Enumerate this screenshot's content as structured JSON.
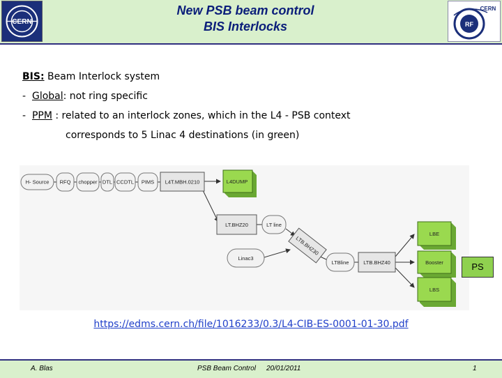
{
  "header": {
    "title_line1": "New PSB beam control",
    "title_line2": "BIS Interlocks",
    "logo_left_text": "CERN",
    "logo_right_text_top": "CERN",
    "logo_right_text_mid": "RF"
  },
  "content": {
    "bis_label": "BIS:",
    "bis_text": " Beam Interlock system",
    "bullet_dash": "-",
    "global_label": "Global",
    "global_text": ": not ring specific",
    "ppm_label": "PPM",
    "ppm_text": " : related to an interlock zones, which in the L4 - PSB context",
    "ppm_cont": "corresponds to 5 Linac 4 destinations (in green)"
  },
  "diagram": {
    "nodes": {
      "h_source": "H- Source",
      "rfq": "RFQ",
      "chopper": "chopper",
      "dtl": "DTL",
      "ccdtl": "CCDTL",
      "pims": "PIMS",
      "l4t_mbh": "L4T.MBH.0210",
      "l4dump": "L4DUMP",
      "lt_bhz20": "LT.BHZ20",
      "lt_line": "LT line",
      "linac3": "Linac3",
      "ltb_bhz30": "LTB.BHZ30",
      "ltbline": "LTBline",
      "ltb_bhz40": "LTB.BHZ40",
      "lbe": "LBE",
      "booster": "Booster",
      "lbs": "LBS"
    },
    "ps_label": "PS",
    "colors": {
      "destination": "#9ad94f",
      "destination_dark": "#6aa833",
      "node_fill": "#f2f2f2",
      "node_stroke": "#777777"
    }
  },
  "link": {
    "url_text": "https://edms.cern.ch/file/1016233/0.3/L4-CIB-ES-0001-01-30.pdf"
  },
  "footer": {
    "author": "A. Blas",
    "middle": "PSB Beam Control",
    "date": "20/01/2011",
    "page": "1"
  }
}
